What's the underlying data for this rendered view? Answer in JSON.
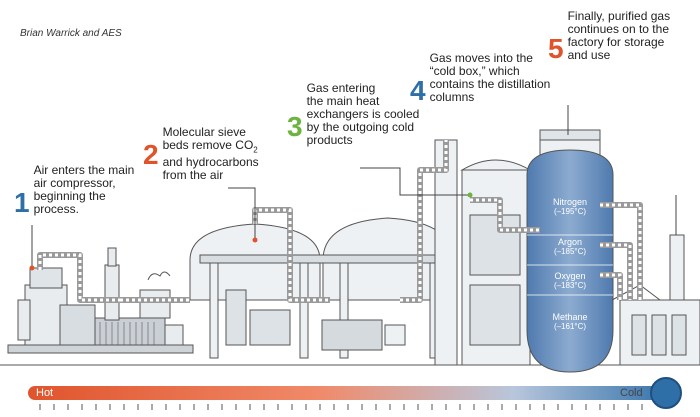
{
  "credit": "Brian Warrick and AES",
  "steps": [
    {
      "num": "1",
      "color": "#2e6fa8",
      "lines": [
        "Air enters the main",
        "air compressor,",
        "beginning the",
        "process."
      ]
    },
    {
      "num": "2",
      "color": "#e0542c",
      "lines": [
        "Molecular sieve",
        "beds remove CO",
        "and hydrocarbons",
        "from the air"
      ],
      "sub": "2"
    },
    {
      "num": "3",
      "color": "#6db33f",
      "lines": [
        "Gas entering",
        "the main heat",
        "exchangers is cooled",
        "by the outgoing cold",
        "products"
      ]
    },
    {
      "num": "4",
      "color": "#2e6fa8",
      "lines": [
        "Gas moves into the",
        "“cold box,” which",
        "contains the distillation",
        "columns"
      ]
    },
    {
      "num": "5",
      "color": "#e0542c",
      "lines": [
        "Finally, purified gas",
        "continues on to the",
        "factory for storage",
        "and use"
      ]
    }
  ],
  "gases": [
    {
      "name": "Nitrogen",
      "temp": "(–195°C)"
    },
    {
      "name": "Argon",
      "temp": "(–185°C)"
    },
    {
      "name": "Oxygen",
      "temp": "(–183°C)"
    },
    {
      "name": "Methane",
      "temp": "(–161°C)"
    }
  ],
  "scale": {
    "hot": "Hot",
    "cold": "Cold"
  },
  "colors": {
    "hot": "#e0542c",
    "cold": "#2e6fa8",
    "steel": "#e8ecef",
    "outline": "#555555",
    "column": "#6f93bd"
  }
}
